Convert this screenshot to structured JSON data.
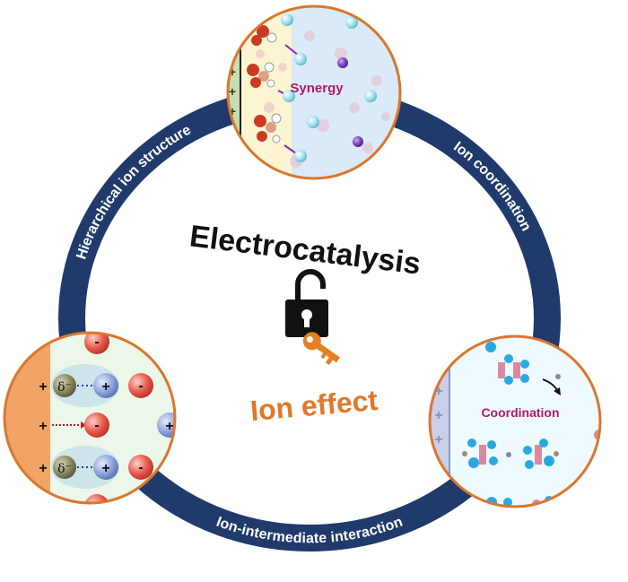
{
  "center": {
    "title": "Electrocatalysis",
    "subtitle": "Ion effect",
    "icon": "unlocked-padlock-with-key-icon"
  },
  "bands": {
    "left": "Hierarchical ion structure",
    "right": "Ion coordination",
    "bottom": "Ion-intermediate interaction"
  },
  "insets": {
    "top": {
      "label": "Synergy"
    },
    "right": {
      "label": "Coordination"
    },
    "left": {
      "delta_label": "δ⁻",
      "plus": "+",
      "minus": "-"
    }
  },
  "colors": {
    "band": "#1f3a6b",
    "subtitle": "#e0782a",
    "inset_border": "#d9772e",
    "inset_label": "#b0186a"
  }
}
